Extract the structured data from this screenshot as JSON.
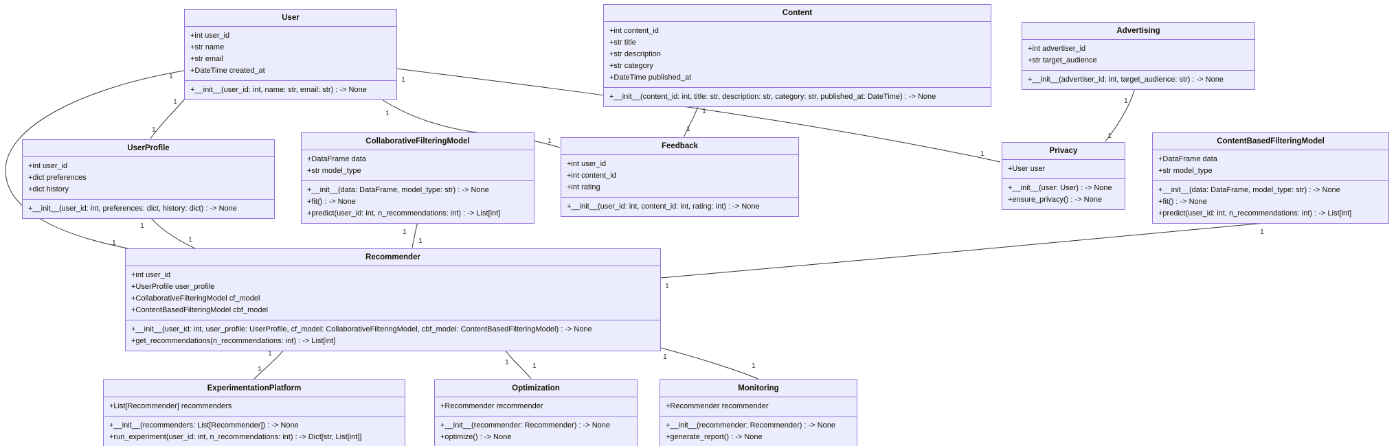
{
  "diagram": {
    "type": "uml-class-diagram",
    "colors": {
      "node_fill": "#ECECFF",
      "node_border": "#9370DB",
      "edge_stroke": "#333333",
      "text": "#131300",
      "background": "#ffffff"
    },
    "classes": [
      {
        "id": "user",
        "name": "User",
        "attributes": [
          "+int user_id",
          "+str name",
          "+str email",
          "+DateTime created_at"
        ],
        "methods": [
          "+__init__(user_id: int, name: str, email: str) : -> None"
        ]
      },
      {
        "id": "content",
        "name": "Content",
        "attributes": [
          "+int content_id",
          "+str title",
          "+str description",
          "+str category",
          "+DateTime published_at"
        ],
        "methods": [
          "+__init__(content_id: int, title: str, description: str, category: str, published_at: DateTime) : -> None"
        ]
      },
      {
        "id": "advertising",
        "name": "Advertising",
        "attributes": [
          "+int advertiser_id",
          "+str target_audience"
        ],
        "methods": [
          "+__init__(advertiser_id: int, target_audience: str) : -> None"
        ]
      },
      {
        "id": "userprofile",
        "name": "UserProfile",
        "attributes": [
          "+int user_id",
          "+dict preferences",
          "+dict history"
        ],
        "methods": [
          "+__init__(user_id: int, preferences: dict, history: dict) : -> None"
        ]
      },
      {
        "id": "cfm",
        "name": "CollaborativeFilteringModel",
        "attributes": [
          "+DataFrame data",
          "+str model_type"
        ],
        "methods": [
          "+__init__(data: DataFrame, model_type: str) : -> None",
          "+fit() : -> None",
          "+predict(user_id: int, n_recommendations: int) : -> List[int]"
        ]
      },
      {
        "id": "feedback",
        "name": "Feedback",
        "attributes": [
          "+int user_id",
          "+int content_id",
          "+int rating"
        ],
        "methods": [
          "+__init__(user_id: int, content_id: int, rating: int) : -> None"
        ]
      },
      {
        "id": "privacy",
        "name": "Privacy",
        "attributes": [
          "+User user"
        ],
        "methods": [
          "+__init__(user: User) : -> None",
          "+ensure_privacy() : -> None"
        ]
      },
      {
        "id": "cbfm",
        "name": "ContentBasedFilteringModel",
        "attributes": [
          "+DataFrame data",
          "+str model_type"
        ],
        "methods": [
          "+__init__(data: DataFrame, model_type: str) : -> None",
          "+fit() : -> None",
          "+predict(user_id: int, n_recommendations: int) : -> List[int]"
        ]
      },
      {
        "id": "recommender",
        "name": "Recommender",
        "attributes": [
          "+int user_id",
          "+UserProfile user_profile",
          "+CollaborativeFilteringModel cf_model",
          "+ContentBasedFilteringModel cbf_model"
        ],
        "methods": [
          "+__init__(user_id: int, user_profile: UserProfile, cf_model: CollaborativeFilteringModel, cbf_model: ContentBasedFilteringModel) : -> None",
          "+get_recommendations(n_recommendations: int) : -> List[int]"
        ]
      },
      {
        "id": "experimentation",
        "name": "ExperimentationPlatform",
        "attributes": [
          "+List[Recommender] recommenders"
        ],
        "methods": [
          "+__init__(recommenders: List[Recommender]) : -> None",
          "+run_experiment(user_id: int, n_recommendations: int) : -> Dict[str, List[int]]"
        ]
      },
      {
        "id": "optimization",
        "name": "Optimization",
        "attributes": [
          "+Recommender recommender"
        ],
        "methods": [
          "+__init__(recommender: Recommender) : -> None",
          "+optimize() : -> None"
        ]
      },
      {
        "id": "monitoring",
        "name": "Monitoring",
        "attributes": [
          "+Recommender recommender"
        ],
        "methods": [
          "+__init__(recommender: Recommender) : -> None",
          "+generate_report() : -> None"
        ]
      }
    ],
    "edges": [
      {
        "from": "User",
        "to": "UserProfile",
        "from_label": "1",
        "to_label": "1"
      },
      {
        "from": "User",
        "to": "Recommender",
        "from_label": "1",
        "to_label": "1"
      },
      {
        "from": "UserProfile",
        "to": "Recommender",
        "from_label": "1",
        "to_label": "1"
      },
      {
        "from": "User",
        "to": "Feedback",
        "from_label": "1",
        "to_label": "1"
      },
      {
        "from": "User",
        "to": "Privacy",
        "from_label": "1",
        "to_label": "1"
      },
      {
        "from": "Content",
        "to": "Feedback",
        "from_label": "1",
        "to_label": "1"
      },
      {
        "from": "Advertising",
        "to": "Privacy",
        "from_label": "1",
        "to_label": "1"
      },
      {
        "from": "CollaborativeFilteringModel",
        "to": "Recommender",
        "from_label": "1",
        "to_label": "1"
      },
      {
        "from": "ContentBasedFilteringModel",
        "to": "Recommender",
        "from_label": "1",
        "to_label": "1"
      },
      {
        "from": "Recommender",
        "to": "ExperimentationPlatform",
        "from_label": "1",
        "to_label": "1"
      },
      {
        "from": "Recommender",
        "to": "Optimization",
        "from_label": "1",
        "to_label": "1"
      },
      {
        "from": "Recommender",
        "to": "Monitoring",
        "from_label": "1",
        "to_label": "1"
      }
    ]
  }
}
